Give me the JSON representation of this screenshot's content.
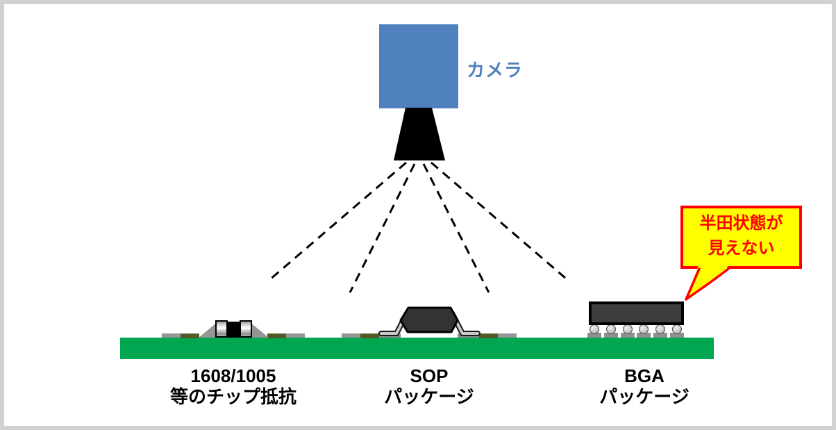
{
  "camera": {
    "label": "カメラ"
  },
  "callout": {
    "line1": "半田状態が",
    "line2": "見えない"
  },
  "components": [
    {
      "id": "chip-resistor",
      "label_line1": "1608/1005",
      "label_line2": "等のチップ抵抗"
    },
    {
      "id": "sop",
      "label_line1": "SOP",
      "label_line2": "パッケージ"
    },
    {
      "id": "bga",
      "label_line1": "BGA",
      "label_line2": "パッケージ"
    }
  ],
  "colors": {
    "camera_blue": "#4E81BD",
    "pcb_green": "#00A650",
    "pad_olive": "#4E5A28",
    "trace_gray": "#969696",
    "package_dark": "#3D3D3D",
    "callout_yellow": "#FFFF00",
    "callout_red": "#FF0000",
    "frame_gray": "#D2D2D2"
  }
}
